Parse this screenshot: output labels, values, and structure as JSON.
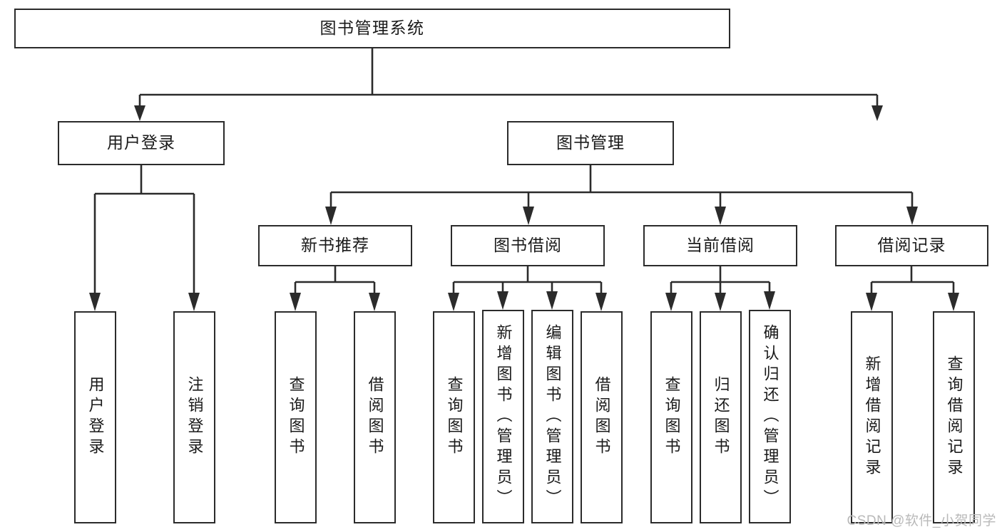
{
  "diagram": {
    "title": "图书管理系统",
    "type": "tree",
    "watermark": "CSDN @软件_小贺同学",
    "colors": {
      "stroke": "#2b2b2b",
      "fill": "#ffffff",
      "text": "#1a1a1a",
      "watermark": "#b9b9b9"
    },
    "levels": {
      "root": {
        "label": "图书管理系统"
      },
      "level2": [
        {
          "id": "user-login",
          "label": "用户登录"
        },
        {
          "id": "book-manage",
          "label": "图书管理"
        }
      ],
      "level3": [
        {
          "id": "new-book-rec",
          "label": "新书推荐"
        },
        {
          "id": "book-borrow",
          "label": "图书借阅"
        },
        {
          "id": "current-borrow",
          "label": "当前借阅"
        },
        {
          "id": "borrow-record",
          "label": "借阅记录"
        }
      ],
      "leaves": [
        {
          "id": "leaf-user-login",
          "label": "用户登录",
          "parent": "user-login"
        },
        {
          "id": "leaf-logout",
          "label": "注销登录",
          "parent": "user-login"
        },
        {
          "id": "leaf-query-book-1",
          "label": "查询图书",
          "parent": "new-book-rec"
        },
        {
          "id": "leaf-borrow-book-1",
          "label": "借阅图书",
          "parent": "new-book-rec"
        },
        {
          "id": "leaf-query-book-2",
          "label": "查询图书",
          "parent": "book-borrow"
        },
        {
          "id": "leaf-add-book",
          "label": "新增图书（管理员）",
          "parent": "book-borrow"
        },
        {
          "id": "leaf-edit-book",
          "label": "编辑图书（管理员）",
          "parent": "book-borrow"
        },
        {
          "id": "leaf-borrow-book-2",
          "label": "借阅图书",
          "parent": "book-borrow"
        },
        {
          "id": "leaf-query-book-3",
          "label": "查询图书",
          "parent": "current-borrow"
        },
        {
          "id": "leaf-return-book",
          "label": "归还图书",
          "parent": "current-borrow"
        },
        {
          "id": "leaf-confirm-return",
          "label": "确认归还（管理员）",
          "parent": "current-borrow"
        },
        {
          "id": "leaf-add-record",
          "label": "新增借阅记录",
          "parent": "borrow-record"
        },
        {
          "id": "leaf-query-record",
          "label": "查询借阅记录",
          "parent": "borrow-record"
        }
      ]
    }
  }
}
